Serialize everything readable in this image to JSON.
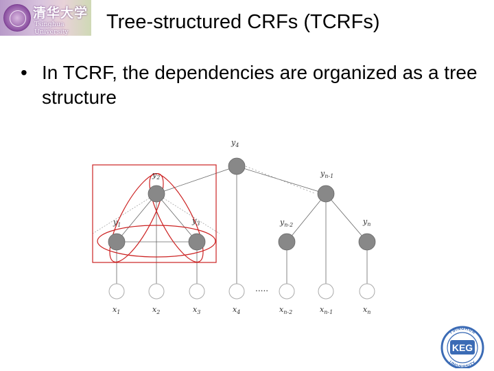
{
  "logo": {
    "chinese_name": "清华大学",
    "english_name": "Tsinghua University"
  },
  "title": "Tree-structured CRFs (TCRFs)",
  "bullet": {
    "symbol": "•",
    "text": "In TCRF, the dependencies are organized as a tree structure"
  },
  "diagram": {
    "hidden_nodes": [
      {
        "id": "y4",
        "label": "y4",
        "base": "y",
        "sub": "4"
      },
      {
        "id": "y2",
        "label": "y2",
        "base": "y",
        "sub": "2"
      },
      {
        "id": "yn-1",
        "label": "yn-1",
        "base": "y",
        "sub": "n-1"
      },
      {
        "id": "y1",
        "label": "y1",
        "base": "y",
        "sub": "1"
      },
      {
        "id": "y3",
        "label": "y3",
        "base": "y",
        "sub": "3"
      },
      {
        "id": "yn-2",
        "label": "yn-2",
        "base": "y",
        "sub": "n-2"
      },
      {
        "id": "yn",
        "label": "yn",
        "base": "y",
        "sub": "n"
      }
    ],
    "observed_nodes": [
      {
        "id": "x1",
        "label": "x1",
        "base": "x",
        "sub": "1"
      },
      {
        "id": "x2",
        "label": "x2",
        "base": "x",
        "sub": "2"
      },
      {
        "id": "x3",
        "label": "x3",
        "base": "x",
        "sub": "3"
      },
      {
        "id": "x4",
        "label": "x4",
        "base": "x",
        "sub": "4"
      },
      {
        "id": "xn-2",
        "label": "xn-2",
        "base": "x",
        "sub": "n-2"
      },
      {
        "id": "xn-1",
        "label": "xn-1",
        "base": "x",
        "sub": "n-1"
      },
      {
        "id": "xn",
        "label": "xn",
        "base": "x",
        "sub": "n"
      }
    ],
    "ellipsis": ".....",
    "colors": {
      "hidden_fill": "#888888",
      "observed_stroke": "#aaaaaa",
      "edge": "#666666",
      "highlight": "#cc2222"
    }
  },
  "badge": {
    "acronym": "KEG",
    "arc_top": "TSINGHUA",
    "arc_bottom": "UNIVERSITY",
    "color": "#3b6bb5"
  }
}
